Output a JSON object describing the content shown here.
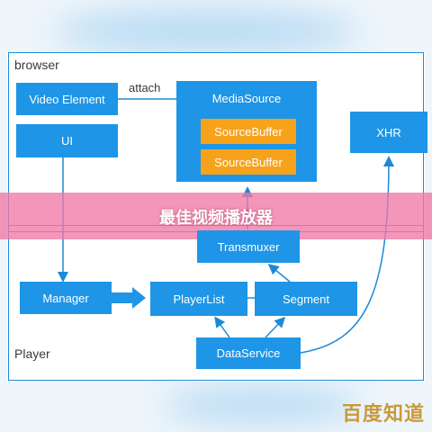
{
  "browser": {
    "label": "browser",
    "video_element": "Video Element",
    "ui": "UI",
    "attach": "attach",
    "media_source": "MediaSource",
    "source_buffers": [
      "SourceBuffer",
      "SourceBuffer"
    ],
    "xhr": "XHR"
  },
  "player": {
    "label": "Player",
    "transmuxer": "Transmuxer",
    "manager": "Manager",
    "player_list": "PlayerList",
    "segment": "Segment",
    "data_service": "DataService"
  },
  "banner": {
    "title": "最佳视频播放器"
  },
  "watermark": {
    "text": "百度知道"
  },
  "colors": {
    "box_blue": "#1e95e6",
    "frame_blue": "#1c8ad6",
    "source_buffer_orange": "#f7a21b",
    "banner_pink": "#f078a5"
  }
}
